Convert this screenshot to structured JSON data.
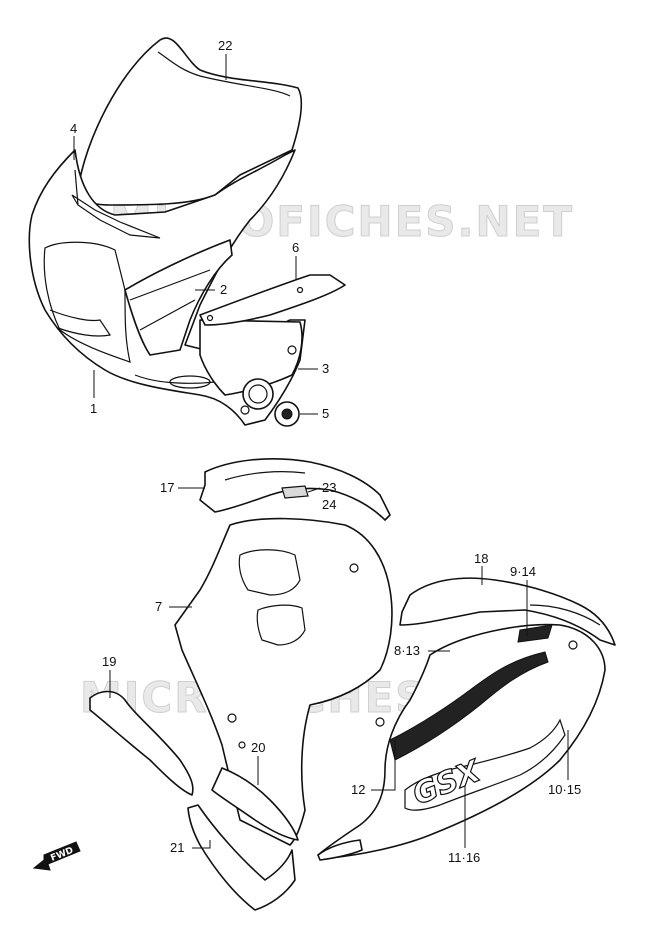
{
  "watermark": "MICROFICHES.NET",
  "fwd_label": "FWD",
  "callouts": {
    "c1": "1",
    "c2": "2",
    "c3": "3",
    "c4": "4",
    "c5": "5",
    "c6": "6",
    "c7": "7",
    "c8_13": "8·13",
    "c9_14": "9·14",
    "c10_15": "10·15",
    "c11_16": "11·16",
    "c12": "12",
    "c17": "17",
    "c18": "18",
    "c19": "19",
    "c20": "20",
    "c21": "21",
    "c22": "22",
    "c23": "23",
    "c24": "24"
  },
  "colors": {
    "line": "#111111",
    "background": "#ffffff",
    "watermark": "#e9e9e9"
  }
}
